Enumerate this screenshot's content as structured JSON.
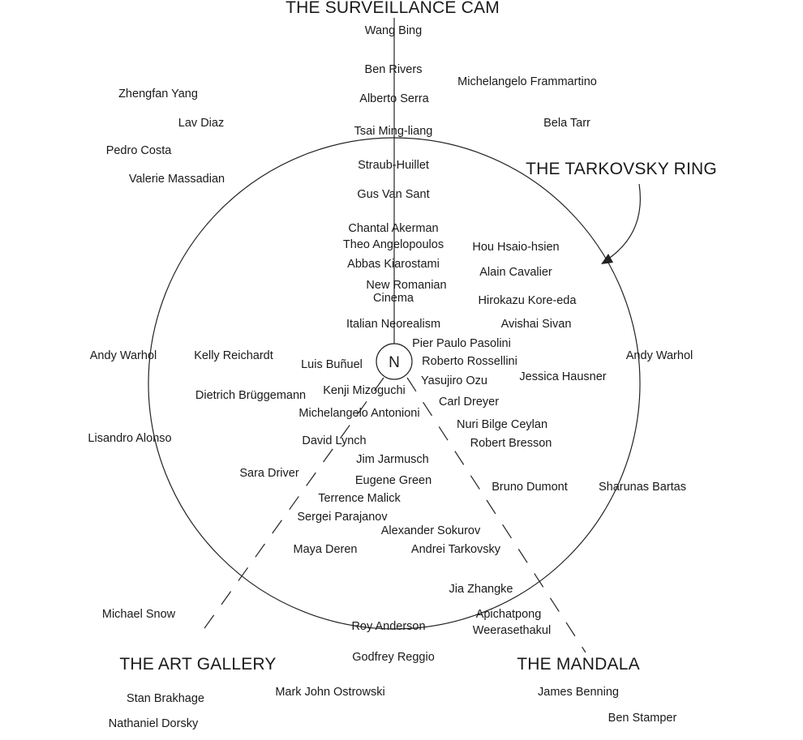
{
  "headings": {
    "surveillance": "THE SURVEILLANCE CAM",
    "tarkovsky": "THE TARKOVSKY RING",
    "art_gallery": "THE ART GALLERY",
    "mandala": "THE MANDALA"
  },
  "center_label": "N",
  "names": {
    "wang_bing": "Wang Bing",
    "ben_rivers": "Ben Rivers",
    "alberto_serra": "Alberto Serra",
    "tsai_ming_liang": "Tsai Ming-liang",
    "straub_huillet": "Straub-Huillet",
    "gus_van_sant": "Gus Van Sant",
    "chantal_akerman": "Chantal Akerman",
    "theo_angelopoulos": "Theo Angelopoulos",
    "abbas_kiarostami": "Abbas Kiarostami",
    "new_romanian_1": "New Romanian",
    "new_romanian_2": "Cinema",
    "italian_neorealism": "Italian Neorealism",
    "zhengfan_yang": "Zhengfan Yang",
    "lav_diaz": "Lav Diaz",
    "pedro_costa": "Pedro Costa",
    "valerie_massadian": "Valerie Massadian",
    "michelangelo_frammartino": "Michelangelo Frammartino",
    "bela_tarr": "Bela Tarr",
    "hou_hsiao_hsien": "Hou Hsaio-hsien",
    "alain_cavalier": "Alain Cavalier",
    "hirokazu_kore_eda": "Hirokazu Kore-eda",
    "avishai_sivan": "Avishai Sivan",
    "pier_paolo_pasolini": "Pier Paulo Pasolini",
    "roberto_rossellini": "Roberto Rossellini",
    "yasujiro_ozu": "Yasujiro Ozu",
    "jessica_hausner": "Jessica Hausner",
    "carl_dreyer": "Carl Dreyer",
    "nuri_bilge_ceylan": "Nuri Bilge Ceylan",
    "robert_bresson": "Robert Bresson",
    "bruno_dumont": "Bruno Dumont",
    "sharunas_bartas": "Sharunas Bartas",
    "andy_warhol_left": "Andy Warhol",
    "andy_warhol_right": "Andy Warhol",
    "kelly_reichardt": "Kelly Reichardt",
    "luis_bunuel": "Luis Buñuel",
    "kenji_mizoguchi": "Kenji Mizoguchi",
    "dietrich_bruggemann": "Dietrich Brüggemann",
    "michelangelo_antonioni": "Michelangelo Antonioni",
    "lisandro_alonso": "Lisandro Alonso",
    "david_lynch": "David Lynch",
    "jim_jarmusch": "Jim Jarmusch",
    "sara_driver": "Sara Driver",
    "eugene_green": "Eugene Green",
    "terrence_malick": "Terrence Malick",
    "sergei_parajanov": "Sergei Parajanov",
    "alexander_sokurov": "Alexander Sokurov",
    "maya_deren": "Maya Deren",
    "andrei_tarkovsky": "Andrei Tarkovsky",
    "jia_zhangke": "Jia Zhangke",
    "michael_snow": "Michael Snow",
    "roy_anderson": "Roy Anderson",
    "apichatpong_1": "Apichatpong",
    "apichatpong_2": "Weerasethakul",
    "godfrey_reggio": "Godfrey Reggio",
    "stan_brakhage": "Stan Brakhage",
    "mark_john_ostrowski": "Mark John Ostrowski",
    "james_benning": "James Benning",
    "nathaniel_dorsky": "Nathaniel Dorsky",
    "ben_stamper": "Ben Stamper"
  }
}
